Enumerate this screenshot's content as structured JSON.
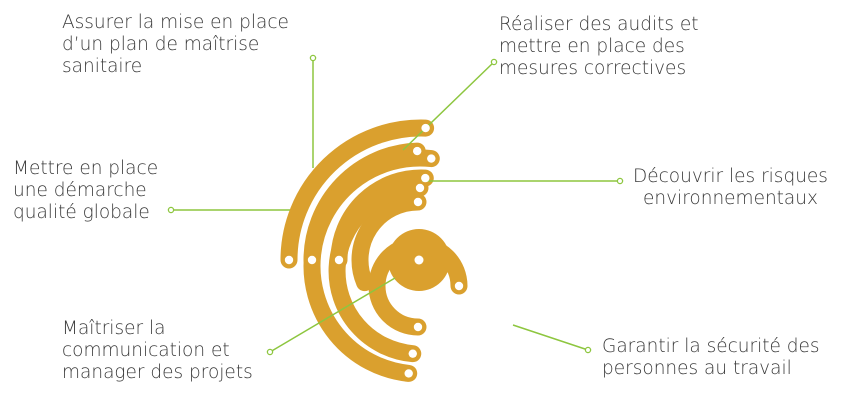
{
  "colors": {
    "accent": "#DAA02E",
    "connector": "#8DC63F",
    "text": "#3a3a3a"
  },
  "labels": {
    "haccp_plan": "Assurer la mise en place\nd’un plan de maîtrise\nsanitaire",
    "audits": "Réaliser des audits et\nmettre en place des\nmesures correctives",
    "quality": "Mettre en place\nune démarche\nqualité globale",
    "environment": "Découvrir les risques\nenvironnementaux",
    "communication": "Maîtriser la\ncommunication et\nmanager des projets",
    "safety": "Garantir la sécurité des\npersonnes au travail"
  }
}
